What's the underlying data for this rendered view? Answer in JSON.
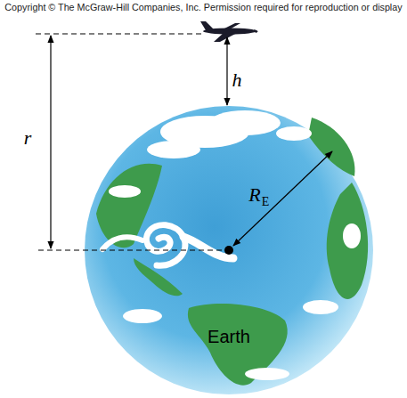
{
  "diagram": {
    "labels": [
      "Copyright © The McGraw-Hill Companies, Inc. Permission required for reproduction or display",
      "h",
      "r",
      "R",
      "E",
      "Earth"
    ]
  }
}
